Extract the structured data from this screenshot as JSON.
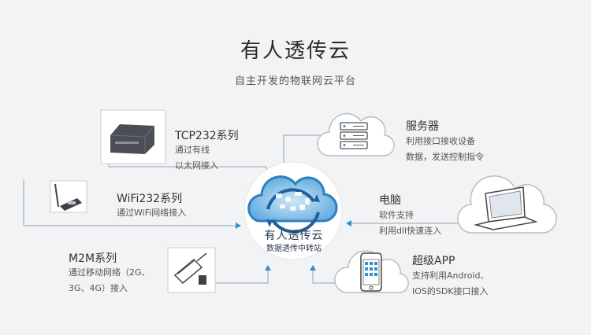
{
  "header": {
    "title": "有人透传云",
    "subtitle": "自主开发的物联网云平台"
  },
  "center": {
    "title": "有人透传云",
    "subtitle": "数据透传中转站"
  },
  "nodes": {
    "tcp232": {
      "title": "TCP232系列",
      "line1": "通过有线",
      "line2": "以太网接入"
    },
    "wifi232": {
      "title": "WiFi232系列",
      "line1": "通过WiFi网络接入"
    },
    "m2m": {
      "title": "M2M系列",
      "line1": "通过移动网络（2G、",
      "line2": "3G、4G）接入"
    },
    "server": {
      "title": "服务器",
      "line1": "利用接口接收设备",
      "line2": "数据，发送控制指令"
    },
    "pc": {
      "title": "电脑",
      "line1": "软件支持",
      "line2": "利用dll快速连入"
    },
    "app": {
      "title": "超级APP",
      "line1": "支持利用Android、",
      "line2": "IOS的SDK接口接入"
    }
  },
  "colors": {
    "accent": "#2f8fd0",
    "cloud_dark": "#1e5f9c",
    "line": "#9aa3ad"
  }
}
